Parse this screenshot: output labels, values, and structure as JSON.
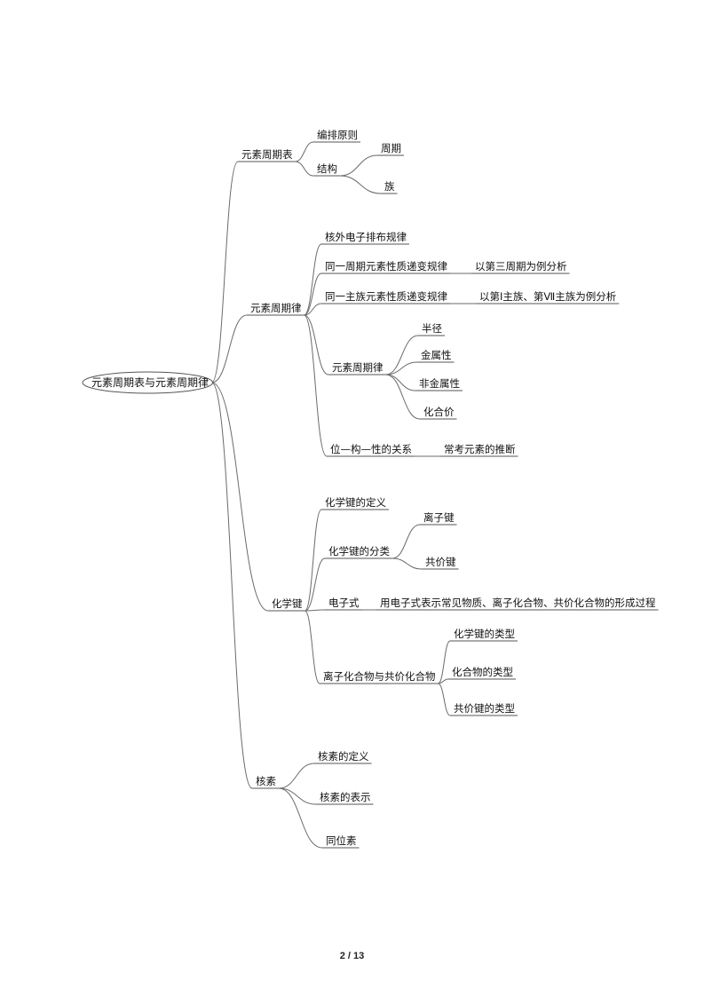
{
  "root": {
    "label": "元素周期表与元素周期律"
  },
  "branches": [
    {
      "label": "元素周期表",
      "children": [
        {
          "label": "编排原则"
        },
        {
          "label": "结构",
          "children": [
            {
              "label": "周期"
            },
            {
              "label": "族"
            }
          ]
        }
      ]
    },
    {
      "label": "元素周期律",
      "children": [
        {
          "label": "核外电子排布规律"
        },
        {
          "label": "同一周期元素性质递变规律",
          "children": [
            {
              "label": "以第三周期为例分析"
            }
          ]
        },
        {
          "label": "同一主族元素性质递变规律",
          "children": [
            {
              "label": "以第Ⅰ主族、第Ⅶ主族为例分析"
            }
          ]
        },
        {
          "label": "元素周期律",
          "children": [
            {
              "label": "半径"
            },
            {
              "label": "金属性"
            },
            {
              "label": "非金属性"
            },
            {
              "label": "化合价"
            }
          ]
        },
        {
          "label": "位—构—性的关系",
          "children": [
            {
              "label": "常考元素的推断"
            }
          ]
        }
      ]
    },
    {
      "label": "化学键",
      "children": [
        {
          "label": "化学键的定义"
        },
        {
          "label": "化学键的分类",
          "children": [
            {
              "label": "离子键"
            },
            {
              "label": "共价键"
            }
          ]
        },
        {
          "label": "电子式",
          "children": [
            {
              "label": "用电子式表示常见物质、离子化合物、共价化合物的形成过程"
            }
          ]
        },
        {
          "label": "离子化合物与共价化合物",
          "children": [
            {
              "label": "化学键的类型"
            },
            {
              "label": "化合物的类型"
            },
            {
              "label": "共价键的类型"
            }
          ]
        }
      ]
    },
    {
      "label": "核素",
      "children": [
        {
          "label": "核素的定义"
        },
        {
          "label": "核素的表示"
        },
        {
          "label": "同位素"
        }
      ]
    }
  ],
  "page_number": "2 / 13"
}
